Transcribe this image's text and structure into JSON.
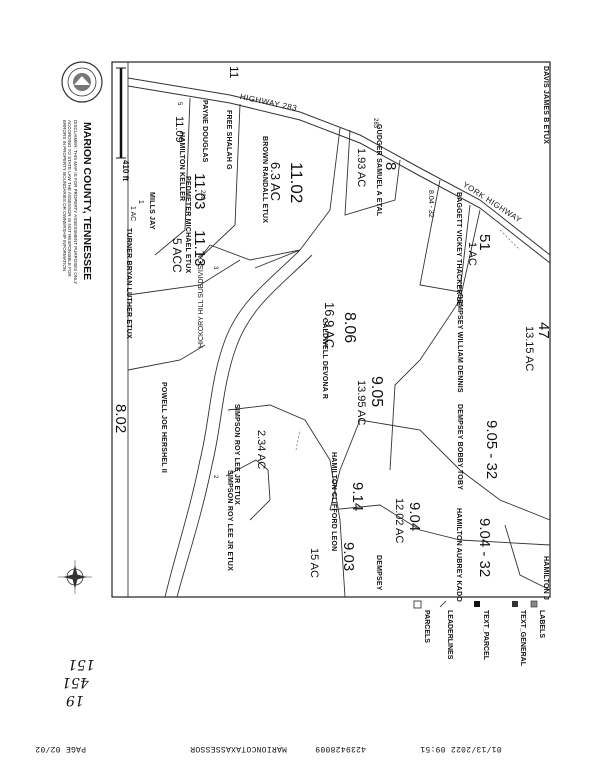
{
  "county": {
    "title": "MARION COUNTY, TENNESSEE",
    "disclaimer_lines": [
      "DISCLAIMER: THIS MAP IS FOR PROPERTY ASSESSMENT PURPOSES ONLY",
      "ACCORDING TO STATE LAW THE ASSESSOR IS NOT RESPONSIBLE FOR",
      "ERRORS IN PROPERTY BOUNDARIES OR OWNERSHIP INFORMATION"
    ]
  },
  "scale": {
    "label": "410 ft"
  },
  "roads": {
    "highway": "HIGHWAY 283",
    "york": "YORK HIGHWAY"
  },
  "parcels": [
    {
      "no": "47",
      "acres": "13.15 AC",
      "owner": "DEMPSEY WILLIAM DENNIS"
    },
    {
      "no": "51",
      "acres": "1 AC",
      "owner": "BAGGETT VICKEY THACKER LE"
    },
    {
      "no": "8",
      "acres": "1.93 AC",
      "owner": "GUDGER SAMUEL A ETAL"
    },
    {
      "no": "11.02",
      "acres": "6.3 AC",
      "owner": "BROWN RANDALL ETUX"
    },
    {
      "no": "8.06",
      "acres": "16.9 AC",
      "owner": "CALDWELL DEVONA R"
    },
    {
      "no": "9.05",
      "acres": "13.95 AC",
      "owner": "DEMPSEY BOBBY TOBY"
    },
    {
      "no": "9.05 - 32",
      "acres": "",
      "owner": ""
    },
    {
      "no": "9.04",
      "acres": "12.02 AC",
      "owner": "HAMILTON AUBREY KADO"
    },
    {
      "no": "9.04 - 32",
      "acres": "",
      "owner": ""
    },
    {
      "no": "9.14",
      "acres": "",
      "owner": "HAMILTON CLIFFORD LEON"
    },
    {
      "no": "9.03",
      "acres": "15 AC",
      "owner": "DEMPSEY"
    },
    {
      "no": "11.03",
      "acres": "",
      "owner": "PEDMETER MICHAEL ETUX"
    },
    {
      "no": "11.13",
      "acres": "5 ACC",
      "owner": "TURNER BRYAN LUTHER ETUX"
    },
    {
      "no": "8.02",
      "acres": "",
      "owner": "POWELL JOE HERSHEL II"
    },
    {
      "no": "",
      "acres": "2.34 AC",
      "owner": "SIMPSON ROY LEE JR ETUX"
    }
  ],
  "small_labels": {
    "davis": "DAVIS JAMES B ETUX",
    "sub_a": "8.04 - 32",
    "payne": "PAYNE DOUGLAS",
    "free": "FREE SHALAH G",
    "hamk": "HAMILTON KELLER",
    "mills": "MILLS JAY",
    "lot1": "1",
    "acre1": "1 AC",
    "hickory": "HICKORY HILL SUBDIVISION",
    "simpson2": "SIMPSON ROY LEE JR ETUX",
    "hamilton_j": "HAMILTON J",
    "n11": "11",
    "n109": "11.09",
    "n3": "3",
    "n283": "283",
    "n239": "239",
    "n5": "5",
    "n2": "2"
  },
  "legend": {
    "items": [
      {
        "label": "LABELS"
      },
      {
        "label": "TEXT_GENERAL"
      },
      {
        "label": "TEXT_PARCEL"
      },
      {
        "label": "LEADERLINES"
      },
      {
        "label": "PARCELS"
      }
    ]
  },
  "fax_header": {
    "date_time": "01/13/2022  09:51",
    "number": "4239428009",
    "sender": "MARIONCOTAXASSESSOR",
    "page": "PAGE  02/02"
  },
  "handwriting": {
    "line1": "151",
    "line2": "451",
    "line3": "19"
  }
}
